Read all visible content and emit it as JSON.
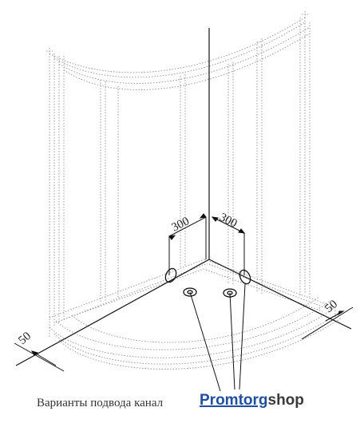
{
  "dimensions": {
    "left_depth": "300",
    "right_depth": "300",
    "left_offset": "50",
    "right_offset": "50"
  },
  "caption": "Варианты подвода канал",
  "brand": {
    "part1": "Promtorg",
    "part2": "shop",
    "accent_color": "#1f4fa0"
  }
}
